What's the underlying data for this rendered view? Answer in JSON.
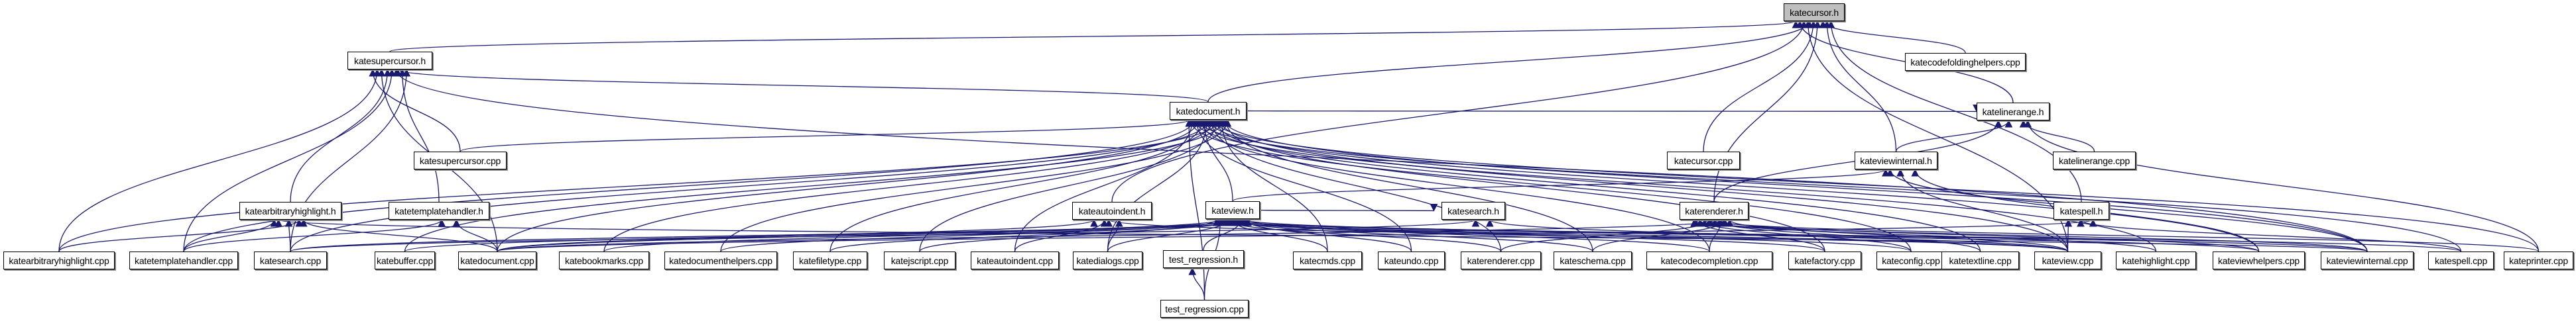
{
  "diagram": {
    "type": "include-dependency-graph",
    "root": "katecursor.h",
    "colors": {
      "edge": "#191970",
      "root_fill": "#bfbfbf",
      "node_fill": "#ffffff",
      "node_border": "#000000"
    },
    "nodes": [
      {
        "id": "katecursor_h",
        "label": "katecursor.h",
        "root": true
      },
      {
        "id": "katecodefoldinghelpers_cpp",
        "label": "katecodefoldinghelpers.cpp"
      },
      {
        "id": "katesupercursor_h",
        "label": "katesupercursor.h"
      },
      {
        "id": "katedocument_h",
        "label": "katedocument.h"
      },
      {
        "id": "katelinerange_h",
        "label": "katelinerange.h"
      },
      {
        "id": "katesupercursor_cpp",
        "label": "katesupercursor.cpp"
      },
      {
        "id": "katecursor_cpp",
        "label": "katecursor.cpp"
      },
      {
        "id": "kateviewinternal_h",
        "label": "kateviewinternal.h"
      },
      {
        "id": "katelinerange_cpp",
        "label": "katelinerange.cpp"
      },
      {
        "id": "katearbitraryhighlight_h",
        "label": "katearbitraryhighlight.h"
      },
      {
        "id": "katetemplatehandler_h",
        "label": "katetemplatehandler.h"
      },
      {
        "id": "kateautoindent_h",
        "label": "kateautoindent.h"
      },
      {
        "id": "kateview_h",
        "label": "kateview.h"
      },
      {
        "id": "katesearch_h",
        "label": "katesearch.h"
      },
      {
        "id": "katerenderer_h",
        "label": "katerenderer.h"
      },
      {
        "id": "katespell_h",
        "label": "katespell.h"
      },
      {
        "id": "katearbitraryhighlight_cpp",
        "label": "katearbitraryhighlight.cpp"
      },
      {
        "id": "katetemplatehandler_cpp",
        "label": "katetemplatehandler.cpp"
      },
      {
        "id": "katesearch_cpp",
        "label": "katesearch.cpp"
      },
      {
        "id": "katebuffer_cpp",
        "label": "katebuffer.cpp"
      },
      {
        "id": "katedocument_cpp",
        "label": "katedocument.cpp"
      },
      {
        "id": "katebookmarks_cpp",
        "label": "katebookmarks.cpp"
      },
      {
        "id": "katedocumenthelpers_cpp",
        "label": "katedocumenthelpers.cpp"
      },
      {
        "id": "katefiletype_cpp",
        "label": "katefiletype.cpp"
      },
      {
        "id": "katejscript_cpp",
        "label": "katejscript.cpp"
      },
      {
        "id": "kateautoindent_cpp",
        "label": "kateautoindent.cpp"
      },
      {
        "id": "katedialogs_cpp",
        "label": "katedialogs.cpp"
      },
      {
        "id": "test_regression_h",
        "label": "test_regression.h"
      },
      {
        "id": "katecmds_cpp",
        "label": "katecmds.cpp"
      },
      {
        "id": "kateundo_cpp",
        "label": "kateundo.cpp"
      },
      {
        "id": "katerenderer_cpp",
        "label": "katerenderer.cpp"
      },
      {
        "id": "kateschema_cpp",
        "label": "kateschema.cpp"
      },
      {
        "id": "katecodecompletion_cpp",
        "label": "katecodecompletion.cpp"
      },
      {
        "id": "katefactory_cpp",
        "label": "katefactory.cpp"
      },
      {
        "id": "kateconfig_cpp",
        "label": "kateconfig.cpp"
      },
      {
        "id": "katetextline_cpp",
        "label": "katetextline.cpp"
      },
      {
        "id": "kateview_cpp",
        "label": "kateview.cpp"
      },
      {
        "id": "katehighlight_cpp",
        "label": "katehighlight.cpp"
      },
      {
        "id": "kateviewhelpers_cpp",
        "label": "kateviewhelpers.cpp"
      },
      {
        "id": "kateviewinternal_cpp",
        "label": "kateviewinternal.cpp"
      },
      {
        "id": "katespell_cpp",
        "label": "katespell.cpp"
      },
      {
        "id": "kateprinter_cpp",
        "label": "kateprinter.cpp"
      },
      {
        "id": "test_regression_cpp",
        "label": "test_regression.cpp"
      }
    ],
    "edges": [
      [
        "katesupercursor_h",
        "katecursor_h"
      ],
      [
        "katedocument_h",
        "katecursor_h"
      ],
      [
        "katecodefoldinghelpers_cpp",
        "katecursor_h"
      ],
      [
        "katelinerange_h",
        "katecursor_h"
      ],
      [
        "katecursor_cpp",
        "katecursor_h"
      ],
      [
        "kateviewinternal_h",
        "katecursor_h"
      ],
      [
        "kateautoindent_h",
        "katecursor_h"
      ],
      [
        "katerenderer_h",
        "katecursor_h"
      ],
      [
        "katespell_h",
        "katecursor_h"
      ],
      [
        "kateview_cpp",
        "katecursor_h"
      ],
      [
        "katedocument_h",
        "katesupercursor_h"
      ],
      [
        "katesupercursor_cpp",
        "katesupercursor_h"
      ],
      [
        "katearbitraryhighlight_h",
        "katesupercursor_h"
      ],
      [
        "katetemplatehandler_h",
        "katesupercursor_h"
      ],
      [
        "katearbitraryhighlight_cpp",
        "katesupercursor_h"
      ],
      [
        "katetemplatehandler_cpp",
        "katesupercursor_h"
      ],
      [
        "katesearch_cpp",
        "katesupercursor_h"
      ],
      [
        "katedocument_cpp",
        "katesupercursor_h"
      ],
      [
        "kateviewinternal_cpp",
        "katesupercursor_h"
      ],
      [
        "katesupercursor_cpp",
        "katedocument_h"
      ],
      [
        "kateview_h",
        "katedocument_h"
      ],
      [
        "katearbitraryhighlight_cpp",
        "katedocument_h"
      ],
      [
        "katetemplatehandler_cpp",
        "katedocument_h"
      ],
      [
        "katesearch_cpp",
        "katedocument_h"
      ],
      [
        "katebuffer_cpp",
        "katedocument_h"
      ],
      [
        "katedocument_cpp",
        "katedocument_h"
      ],
      [
        "katebookmarks_cpp",
        "katedocument_h"
      ],
      [
        "katedocumenthelpers_cpp",
        "katedocument_h"
      ],
      [
        "katefiletype_cpp",
        "katedocument_h"
      ],
      [
        "katejscript_cpp",
        "katedocument_h"
      ],
      [
        "kateautoindent_cpp",
        "katedocument_h"
      ],
      [
        "katedialogs_cpp",
        "katedocument_h"
      ],
      [
        "katecmds_cpp",
        "katedocument_h"
      ],
      [
        "kateundo_cpp",
        "katedocument_h"
      ],
      [
        "katerenderer_cpp",
        "katedocument_h"
      ],
      [
        "kateschema_cpp",
        "katedocument_h"
      ],
      [
        "katecodecompletion_cpp",
        "katedocument_h"
      ],
      [
        "katefactory_cpp",
        "katedocument_h"
      ],
      [
        "kateconfig_cpp",
        "katedocument_h"
      ],
      [
        "katetextline_cpp",
        "katedocument_h"
      ],
      [
        "kateview_cpp",
        "katedocument_h"
      ],
      [
        "katehighlight_cpp",
        "katedocument_h"
      ],
      [
        "kateviewhelpers_cpp",
        "katedocument_h"
      ],
      [
        "kateviewinternal_cpp",
        "katedocument_h"
      ],
      [
        "katespell_cpp",
        "katedocument_h"
      ],
      [
        "kateprinter_cpp",
        "katedocument_h"
      ],
      [
        "test_regression_cpp",
        "katedocument_h"
      ],
      [
        "kateviewinternal_h",
        "katelinerange_h"
      ],
      [
        "katelinerange_cpp",
        "katelinerange_h"
      ],
      [
        "katerenderer_h",
        "katelinerange_h"
      ],
      [
        "katedocument_h",
        "katelinerange_h"
      ],
      [
        "kateprinter_cpp",
        "katelinerange_h"
      ],
      [
        "kateview_h",
        "kateviewinternal_h"
      ],
      [
        "kateview_cpp",
        "kateviewinternal_h"
      ],
      [
        "kateviewhelpers_cpp",
        "kateviewinternal_h"
      ],
      [
        "kateviewinternal_cpp",
        "kateviewinternal_h"
      ],
      [
        "katearbitraryhighlight_cpp",
        "katearbitraryhighlight_h"
      ],
      [
        "katetemplatehandler_cpp",
        "katearbitraryhighlight_h"
      ],
      [
        "katesearch_cpp",
        "katearbitraryhighlight_h"
      ],
      [
        "katedocument_cpp",
        "katearbitraryhighlight_h"
      ],
      [
        "kateviewinternal_cpp",
        "katearbitraryhighlight_h"
      ],
      [
        "katetemplatehandler_cpp",
        "katetemplatehandler_h"
      ],
      [
        "katedocument_cpp",
        "katetemplatehandler_h"
      ],
      [
        "kateautoindent_cpp",
        "kateautoindent_h"
      ],
      [
        "katedialogs_cpp",
        "kateautoindent_h"
      ],
      [
        "katedocument_cpp",
        "kateautoindent_h"
      ],
      [
        "kateview_cpp",
        "kateautoindent_h"
      ],
      [
        "katesearch_cpp",
        "kateview_h"
      ],
      [
        "katebuffer_cpp",
        "kateview_h"
      ],
      [
        "katedocument_cpp",
        "kateview_h"
      ],
      [
        "katebookmarks_cpp",
        "kateview_h"
      ],
      [
        "katedocumenthelpers_cpp",
        "kateview_h"
      ],
      [
        "katefiletype_cpp",
        "kateview_h"
      ],
      [
        "katejscript_cpp",
        "kateview_h"
      ],
      [
        "katedialogs_cpp",
        "kateview_h"
      ],
      [
        "test_regression_h",
        "kateview_h"
      ],
      [
        "test_regression_cpp",
        "kateview_h"
      ],
      [
        "katecmds_cpp",
        "kateview_h"
      ],
      [
        "kateundo_cpp",
        "kateview_h"
      ],
      [
        "katerenderer_cpp",
        "kateview_h"
      ],
      [
        "kateschema_cpp",
        "kateview_h"
      ],
      [
        "katecodecompletion_cpp",
        "kateview_h"
      ],
      [
        "katefactory_cpp",
        "kateview_h"
      ],
      [
        "kateconfig_cpp",
        "kateview_h"
      ],
      [
        "kateview_cpp",
        "kateview_h"
      ],
      [
        "kateviewhelpers_cpp",
        "kateview_h"
      ],
      [
        "kateviewinternal_cpp",
        "kateview_h"
      ],
      [
        "katespell_cpp",
        "kateview_h"
      ],
      [
        "katesearch_cpp",
        "katesearch_h"
      ],
      [
        "kateview_cpp",
        "katesearch_h"
      ],
      [
        "kateview_h",
        "katesearch_h"
      ],
      [
        "katecodecompletion_cpp",
        "katerenderer_h"
      ],
      [
        "katefactory_cpp",
        "katerenderer_h"
      ],
      [
        "katerenderer_cpp",
        "katerenderer_h"
      ],
      [
        "kateschema_cpp",
        "katerenderer_h"
      ],
      [
        "kateconfig_cpp",
        "katerenderer_h"
      ],
      [
        "katetextline_cpp",
        "katerenderer_h"
      ],
      [
        "kateview_cpp",
        "katerenderer_h"
      ],
      [
        "katehighlight_cpp",
        "katerenderer_h"
      ],
      [
        "kateviewhelpers_cpp",
        "katerenderer_h"
      ],
      [
        "kateviewinternal_cpp",
        "katerenderer_h"
      ],
      [
        "kateprinter_cpp",
        "katerenderer_h"
      ],
      [
        "katedocument_cpp",
        "katerenderer_h"
      ],
      [
        "kateview_cpp",
        "katespell_h"
      ],
      [
        "katespell_cpp",
        "katespell_h"
      ],
      [
        "katedocument_cpp",
        "katespell_h"
      ],
      [
        "test_regression_cpp",
        "test_regression_h"
      ]
    ]
  }
}
